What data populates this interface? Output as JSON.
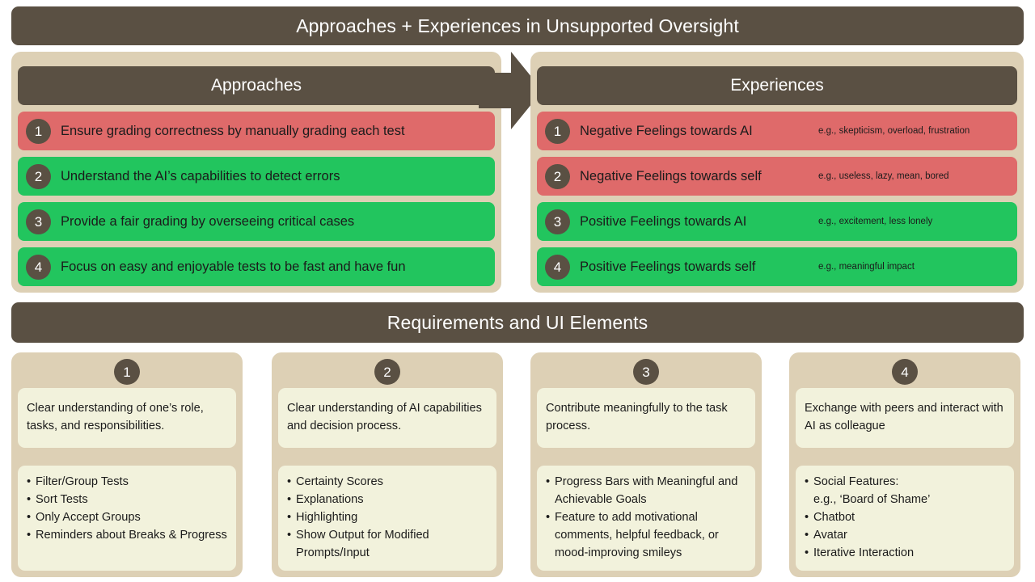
{
  "main_title": "Approaches + Experiences in Unsupported Oversight",
  "colors": {
    "header_brown": "#5a5043",
    "panel_beige": "#ddd0b5",
    "card_cream": "#f2f2dc",
    "negative_red": "#df6a6a",
    "positive_green": "#22c55e"
  },
  "approaches": {
    "header": "Approaches",
    "rows": [
      {
        "num": "1",
        "label": "Ensure grading correctness by manually grading each test",
        "tone": "red"
      },
      {
        "num": "2",
        "label": "Understand the AI’s capabilities to detect errors",
        "tone": "green"
      },
      {
        "num": "3",
        "label": "Provide a fair grading by overseeing critical cases",
        "tone": "green"
      },
      {
        "num": "4",
        "label": "Focus on easy and enjoyable tests to be fast and have fun",
        "tone": "green"
      }
    ]
  },
  "experiences": {
    "header": "Experiences",
    "rows": [
      {
        "num": "1",
        "label": "Negative Feelings towards AI",
        "eg": "e.g., skepticism, overload, frustration",
        "tone": "red"
      },
      {
        "num": "2",
        "label": "Negative Feelings towards self",
        "eg": "e.g., useless, lazy, mean, bored",
        "tone": "red"
      },
      {
        "num": "3",
        "label": "Positive Feelings towards AI",
        "eg": "e.g., excitement, less lonely",
        "tone": "green"
      },
      {
        "num": "4",
        "label": "Positive Feelings towards self",
        "eg": "e.g., meaningful impact",
        "tone": "green"
      }
    ]
  },
  "requirements_banner": "Requirements and UI Elements",
  "columns": [
    {
      "num": "1",
      "requirement": "Clear understanding of one’s role, tasks, and responsibilities.",
      "ui_elements": [
        {
          "text": "Filter/Group Tests",
          "sub": false
        },
        {
          "text": "Sort Tests",
          "sub": false
        },
        {
          "text": "Only Accept Groups",
          "sub": false
        },
        {
          "text": "Reminders about Breaks & Progress",
          "sub": false
        }
      ]
    },
    {
      "num": "2",
      "requirement": "Clear understanding of AI capabilities and decision process.",
      "ui_elements": [
        {
          "text": "Certainty Scores",
          "sub": false
        },
        {
          "text": "Explanations",
          "sub": false
        },
        {
          "text": "Highlighting",
          "sub": false
        },
        {
          "text": "Show Output for Modified Prompts/Input",
          "sub": false
        }
      ]
    },
    {
      "num": "3",
      "requirement": "Contribute meaningfully to the task process.",
      "ui_elements": [
        {
          "text": "Progress Bars with Meaningful and Achievable Goals",
          "sub": false
        },
        {
          "text": "Feature to add motivational comments, helpful feedback, or mood-improving smileys",
          "sub": false
        }
      ]
    },
    {
      "num": "4",
      "requirement": "Exchange with peers and interact with AI as colleague",
      "ui_elements": [
        {
          "text": "Social Features:",
          "sub": false
        },
        {
          "text": "e.g., ‘Board of Shame’",
          "sub": true
        },
        {
          "text": "Chatbot",
          "sub": false
        },
        {
          "text": "Avatar",
          "sub": false
        },
        {
          "text": "Iterative Interaction",
          "sub": false
        }
      ]
    }
  ]
}
